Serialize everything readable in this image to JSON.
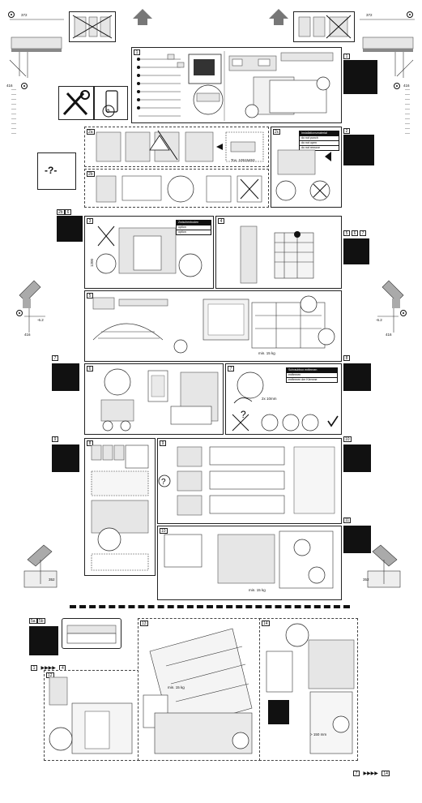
{
  "dims": {
    "top_left": "372",
    "top_right": "372",
    "side_left": "416",
    "side_right": "416",
    "tool_left": "416",
    "tool_right": "416",
    "tol_left": "-6.2",
    "tol_right": "-6.2",
    "height_left": "352",
    "height_right": "352"
  },
  "center": {
    "help": "-?-"
  },
  "steps": {
    "s1": "1",
    "s2a": "2a",
    "s2b": "2b",
    "s2c": "2c",
    "s3": "3",
    "s4": "4",
    "s5": "5",
    "s6": "6",
    "s7": "7",
    "s8": "8",
    "s9": "9",
    "s10": "10",
    "s11": "11",
    "s12": "12",
    "s13": "13",
    "s14": "14"
  },
  "qr_tags": {
    "t1": "1",
    "t2": "2",
    "t2b": "2b",
    "t6": "6",
    "t5": "5",
    "t6b": "6",
    "t7": "7",
    "t7b": "7",
    "t8": "8",
    "t9": "9",
    "t10": "10",
    "t11": "11",
    "t5a": "5a",
    "t5b": "5b"
  },
  "labels": {
    "tox": "Tox. 10515453",
    "weight_a": "min. 15 kg",
    "weight_b": "min. 15 kg",
    "weight_c": "min. 15 kg",
    "range": "2x 10mm",
    "dim_1200": "1200",
    "lift": "> 150 mm"
  },
  "material_label_a": [
    "Installationsmaterial",
    "do not punch",
    "do not open",
    "do not remove"
  ],
  "material_label_b": [
    "Zwischenboden",
    "option",
    "option"
  ],
  "material_label_c": [
    "Schraubbox entfernen",
    "entfernen",
    "entfernen der Klemme"
  ],
  "bottom_nav": {
    "left_from": "1",
    "left_to": "4",
    "right_from": "7",
    "right_to": "14"
  }
}
